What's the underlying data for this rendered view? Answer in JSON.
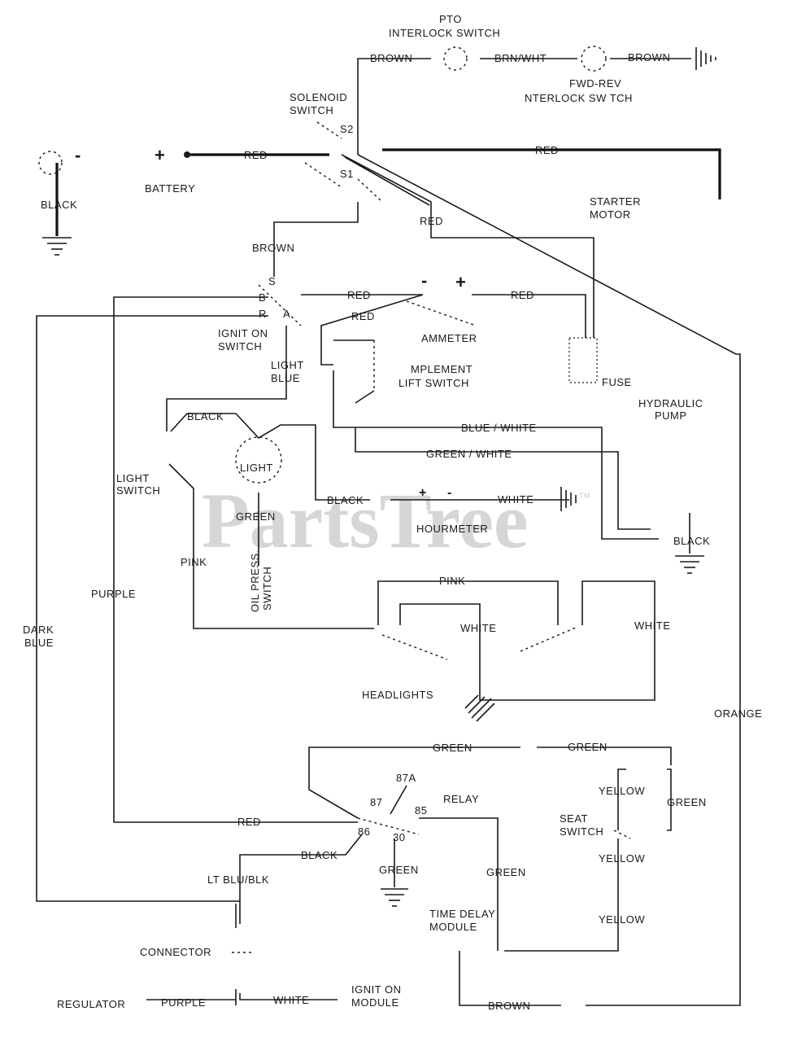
{
  "watermark": "PartsTree",
  "watermark_mark": "TM",
  "components": {
    "pto_interlock": [
      "PTO",
      "INTERLOCK SWITCH"
    ],
    "fwd_rev_interlock": [
      "FWD-REV",
      "NTERLOCK SW TCH"
    ],
    "solenoid": [
      "SOLENOID",
      "SWITCH"
    ],
    "solenoid_s2": "S2",
    "solenoid_s1": "S1",
    "battery": "BATTERY",
    "battery_plus": "+",
    "battery_minus": "-",
    "starter_motor": [
      "STARTER",
      "MOTOR"
    ],
    "ignition_switch": [
      "IGNIT ON",
      "SWITCH"
    ],
    "ignition_terminals": {
      "s": "S",
      "b": "B",
      "r": "R",
      "a": "A"
    },
    "ammeter": "AMMETER",
    "ammeter_minus": "-",
    "ammeter_plus": "+",
    "implement_lift_switch": [
      "MPLEMENT",
      "LIFT SWITCH"
    ],
    "fuse": "FUSE",
    "hydraulic_pump": [
      "HYDRAULIC",
      "PUMP"
    ],
    "light_switch": [
      "LIGHT",
      "SWITCH"
    ],
    "light": "LIGHT",
    "hourmeter": "HOURMETER",
    "hourmeter_plus": "+",
    "hourmeter_minus": "-",
    "oil_press_switch": [
      "OIL PRESS.",
      "SWITCH"
    ],
    "headlights": "HEADLIGHTS",
    "relay": "RELAY",
    "relay_terminals": {
      "t87a": "87A",
      "t87": "87",
      "t85": "85",
      "t86": "86",
      "t30": "30"
    },
    "seat_switch": [
      "SEAT",
      "SWITCH"
    ],
    "time_delay_module": [
      "TIME DELAY",
      "MODULE"
    ],
    "connector": "CONNECTOR",
    "regulator": "REGULATOR",
    "ignition_module": [
      "IGNIT ON",
      "MODULE"
    ]
  },
  "wires": {
    "brown_pto": "BROWN",
    "brn_wht": "BRN/WHT",
    "brown_fwd": "BROWN",
    "red_battery": "RED",
    "red_starter": "RED",
    "black_battery": "BLACK",
    "red_fuse": "RED",
    "brown_ignition": "BROWN",
    "red_ign_ammeter": "RED",
    "red_ammeter_r": "RED",
    "red_ammeter_fuse": "RED",
    "light_blue": [
      "LIGHT",
      "BLUE"
    ],
    "black_light": "BLACK",
    "blue_white": "BLUE / WHITE",
    "green_white": "GREEN / WHITE",
    "black_hourmeter": "BLACK",
    "white_hourmeter": "WHITE",
    "green_oil": "GREEN",
    "pink_light": "PINK",
    "black_pump": "BLACK",
    "pink_headlight": "PINK",
    "white_headlight_left": "WHITE",
    "white_headlight_right": "WHITE",
    "purple": "PURPLE",
    "dark_blue": [
      "DARK",
      "BLUE"
    ],
    "orange": "ORANGE",
    "green_relay_top_left": "GREEN",
    "green_relay_top_right": "GREEN",
    "yellow_1": "YELLOW",
    "green_seat": "GREEN",
    "yellow_2": "YELLOW",
    "yellow_3": "YELLOW",
    "red_relay": "RED",
    "black_relay": "BLACK",
    "green_relay_ground": "GREEN",
    "green_time_delay": "GREEN",
    "lt_blu_blk": "LT BLU/BLK",
    "purple_regulator": "PURPLE",
    "white_ignition_module": "WHITE",
    "brown_bottom": "BROWN"
  }
}
